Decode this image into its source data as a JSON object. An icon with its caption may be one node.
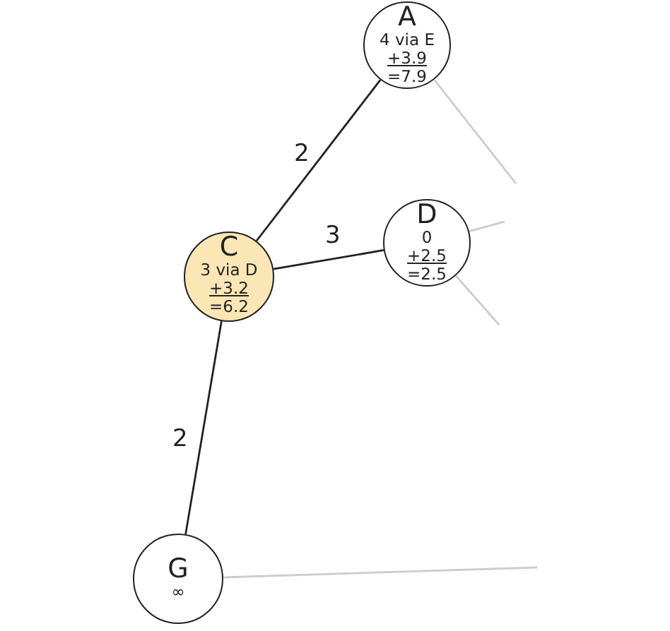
{
  "diagram": {
    "nodes": [
      {
        "text": [
          "A",
          "4 via E",
          "+3.9",
          "=7.9"
        ]
      },
      {
        "text": [
          "C",
          "3 via D",
          "+3.2",
          "=6.2"
        ]
      },
      {
        "text": [
          "D",
          "0",
          "+2.5",
          "=2.5"
        ]
      },
      {
        "text": [
          "G",
          "∞"
        ]
      }
    ],
    "edges": [
      {
        "from": 0,
        "to": 1,
        "arrow": "none",
        "label": "2",
        "color": "#222222"
      },
      {
        "from": 1,
        "to": 2,
        "arrow": "none",
        "label": "3",
        "color": "#222222"
      },
      {
        "from": 1,
        "to": 3,
        "arrow": "none",
        "label": "2",
        "color": "#222222"
      },
      {
        "from": 0,
        "to": null,
        "arrow": "none"
      },
      {
        "from": 2,
        "to": null,
        "arrow": "none"
      },
      {
        "from": 2,
        "to": null,
        "arrow": "none"
      },
      {
        "from": 3,
        "to": null,
        "arrow": "none"
      }
    ]
  }
}
